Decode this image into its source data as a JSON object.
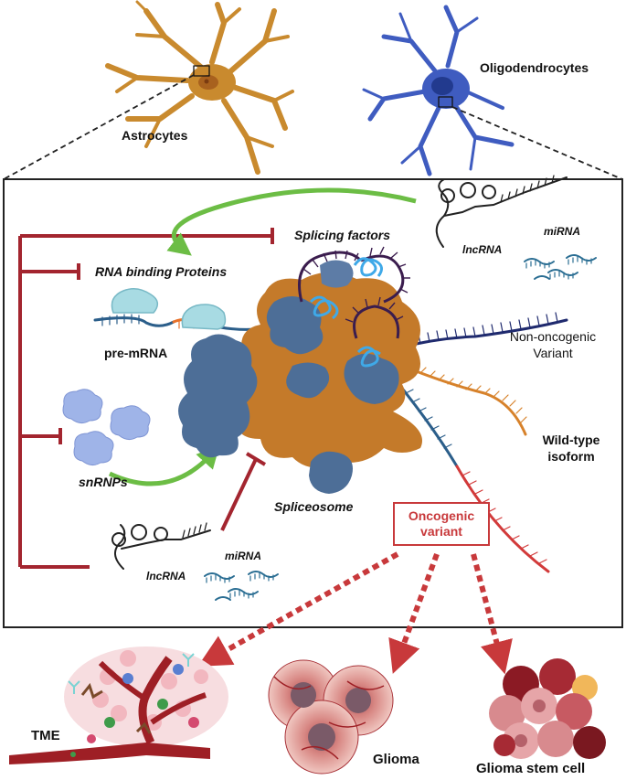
{
  "labels": {
    "astrocytes": "Astrocytes",
    "oligodendrocytes": "Oligodendrocytes",
    "splicing_factors": "Splicing factors",
    "rna_binding_proteins": "RNA binding Proteins",
    "lncrna_top": "lncRNA",
    "mirna_top": "miRNA",
    "pre_mrna": "pre-mRNA",
    "non_oncogenic_line1": "Non-oncogenic",
    "non_oncogenic_line2": "Variant",
    "wild_type_line1": "Wild-type",
    "wild_type_line2": "isoform",
    "snrnps": "snRNPs",
    "spliceosome": "Spliceosome",
    "oncogenic_line1": "Oncogenic",
    "oncogenic_line2": "variant",
    "lncrna_bottom": "lncRNA",
    "mirna_bottom": "miRNA",
    "tme": "TME",
    "glioma": "Glioma",
    "glioma_stem_cell": "Glioma stem cell"
  },
  "colors": {
    "astrocyte": "#c98a2e",
    "oligodendrocyte": "#3f5cc0",
    "inhibition": "#a3252f",
    "activation": "#6cbd45",
    "oncogenic": "#c8393b",
    "spliceosome_orange": "#c47a2a",
    "spliceosome_blue": "#4d6e97"
  }
}
